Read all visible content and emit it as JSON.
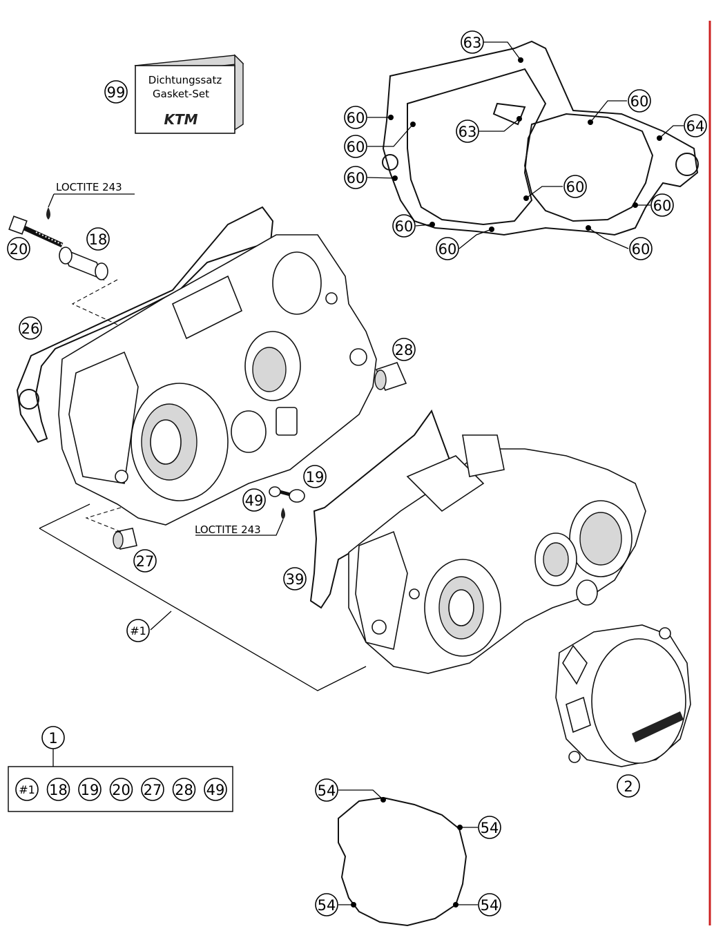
{
  "gasket_box": {
    "line1": "Dichtungssatz",
    "line2": "Gasket-Set",
    "brand": "KTM"
  },
  "loctite": {
    "top": "LOCTITE 243",
    "bottom": "LOCTITE 243"
  },
  "callouts": {
    "c99": "99",
    "c20": "20",
    "c18": "18",
    "c26": "26",
    "c28": "28",
    "c19": "19",
    "c49": "49",
    "c27": "27",
    "c39": "39",
    "c_hash1": "#1",
    "c2": "2",
    "c1": "1",
    "c63a": "63",
    "c63b": "63",
    "c64": "64",
    "c60a": "60",
    "c60b": "60",
    "c60c": "60",
    "c60d": "60",
    "c60e": "60",
    "c60f": "60",
    "c60g": "60",
    "c60h": "60",
    "c60i": "60",
    "c54a": "54",
    "c54b": "54",
    "c54c": "54",
    "c54d": "54"
  },
  "kit_items": [
    "#1",
    "18",
    "19",
    "20",
    "27",
    "28",
    "49"
  ],
  "colors": {
    "line": "#000000",
    "shade": "#d7d7d7",
    "edge_accent": "#cc2222"
  }
}
